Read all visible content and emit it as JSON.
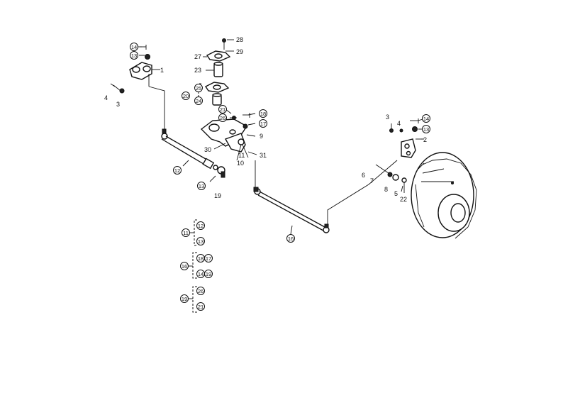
{
  "labels": {
    "p1": "1",
    "p2": "2",
    "p3a": "3",
    "p3b": "3",
    "p4a": "4",
    "p4b": "4",
    "p5": "5",
    "p6": "6",
    "p7": "7",
    "p8": "8",
    "p9": "9",
    "p10": "10",
    "p11a": "11",
    "p11b": "11",
    "p12a": "12",
    "p12b": "12",
    "p13a": "13",
    "p13b": "13",
    "p13c": "13",
    "p13d": "13",
    "p14a": "14",
    "p14b": "14",
    "p14c": "14",
    "p16a": "16",
    "p16b": "16",
    "p17a": "17",
    "p17b": "17",
    "p18a": "18",
    "p18b": "18",
    "p19a": "19",
    "p19b": "19",
    "p19c": "19",
    "p20": "20",
    "p21a": "21",
    "p21b": "21",
    "p22": "22",
    "p23": "23",
    "p24": "24",
    "p25": "25",
    "p26a": "26",
    "p26b": "26",
    "p27": "27",
    "p28": "28",
    "p29": "29",
    "p30": "30",
    "p31": "31"
  }
}
